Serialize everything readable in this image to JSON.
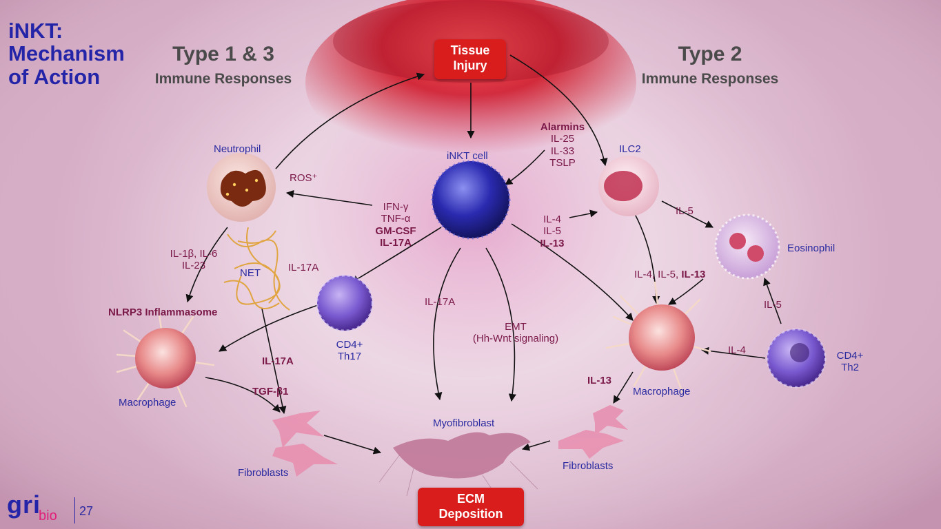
{
  "title": {
    "line1": "iNKT:",
    "line2": "Mechanism",
    "line3": "of Action"
  },
  "left_header": {
    "title": "Type 1 & 3",
    "subtitle": "Immune Responses"
  },
  "right_header": {
    "title": "Type 2",
    "subtitle": "Immune Responses"
  },
  "tissue_injury": {
    "line1": "Tissue",
    "line2": "Injury"
  },
  "ecm": {
    "line1": "ECM",
    "line2": "Deposition"
  },
  "cells": {
    "neutrophil": "Neutrophil",
    "inkt": "iNKT cell",
    "ilc2": "ILC2",
    "eosinophil": "Eosinophil",
    "net": "NET",
    "cd4_th17": {
      "line1": "CD4+",
      "line2": "Th17"
    },
    "macrophage_left": "Macrophage",
    "macrophage_right": "Macrophage",
    "cd4_th2": {
      "line1": "CD4+",
      "line2": "Th2"
    },
    "fibroblasts_left": "Fibroblasts",
    "myofibroblast": "Myofibroblast",
    "fibroblasts_right": "Fibroblasts"
  },
  "mediators": {
    "alarmins": {
      "title": "Alarmins",
      "l1": "IL-25",
      "l2": "IL-33",
      "l3": "TSLP"
    },
    "ros": "ROS⁺",
    "type1": {
      "l1": "IFN-γ",
      "l2": "TNF-α",
      "l3": "GM-CSF",
      "l4": "IL-17A"
    },
    "type2": {
      "l1": "IL-4",
      "l2": "IL-5",
      "l3": "IL-13"
    },
    "il5_ilc2_eos": "IL-5",
    "il1b": {
      "l1": "IL-1β, IL-6",
      "l2": "IL-23"
    },
    "nlrp3": "NLRP3 Inflammasome",
    "il17a_net": "IL-17A",
    "il17a_mid": "IL-17A",
    "emt": {
      "l1": "EMT",
      "l2": "(Hh-Wnt signaling)"
    },
    "il45_13": {
      "prefix": "IL-4, IL-5, ",
      "bold": "IL-13"
    },
    "il5_th2_eos": "IL-5",
    "il4_th2_mac": "IL-4",
    "il17a_fib": "IL-17A",
    "tgfb1": "TGF-β1",
    "il13_fib": "IL-13"
  },
  "footer": {
    "logo_top": "gri",
    "logo_bottom": "bio",
    "page_number": "27"
  },
  "colors": {
    "title_blue": "#2424a8",
    "cell_blue": "#2a2aa0",
    "mediator": "#7a1848",
    "box_red": "#d91d1d"
  }
}
